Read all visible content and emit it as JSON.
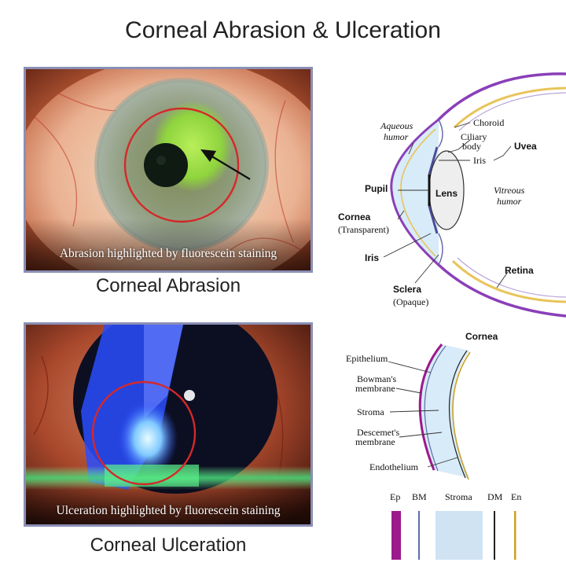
{
  "title": "Corneal Abrasion & Ulceration",
  "abrasion": {
    "photo_caption": "Abrasion highlighted by fluorescein staining",
    "label": "Corneal Abrasion"
  },
  "ulceration": {
    "photo_caption": "Ulceration highlighted by fluorescein staining",
    "label": "Corneal Ulceration"
  },
  "eye_diagram": {
    "aqueous_line1": "Aqueous",
    "aqueous_line2": "humor",
    "choroid": "Choroid",
    "ciliary_line1": "Ciliary",
    "ciliary_line2": "body",
    "uvea": "Uvea",
    "iris_top": "Iris",
    "pupil": "Pupil",
    "lens": "Lens",
    "vitreous_line1": "Vitreous",
    "vitreous_line2": "humor",
    "cornea_line1": "Cornea",
    "cornea_line2": "(Transparent)",
    "iris_bottom": "Iris",
    "retina": "Retina",
    "sclera_line1": "Sclera",
    "sclera_line2": "(Opaque)"
  },
  "cornea_diagram": {
    "title": "Cornea",
    "epithelium": "Epithelium",
    "bowman_line1": "Bowman's",
    "bowman_line2": "membrane",
    "stroma": "Stroma",
    "descemet_line1": "Descemet's",
    "descemet_line2": "membrane",
    "endothelium": "Endothelium"
  },
  "layer_legend": [
    {
      "label": "Ep",
      "color": "#9b1a8c"
    },
    {
      "label": "BM",
      "color": "#5a6fa8"
    },
    {
      "label": "Stroma",
      "color": "#cfe3f3"
    },
    {
      "label": "DM",
      "color": "#222222"
    },
    {
      "label": "En",
      "color": "#c9a227"
    }
  ],
  "colors": {
    "sclera_purple": "#8a3fb8",
    "choroid_gold": "#e8c45a",
    "fluorescein_green": "#9fd94a",
    "cobalt_blue": "#2a4dff",
    "highlight_circle": "#d62828"
  }
}
